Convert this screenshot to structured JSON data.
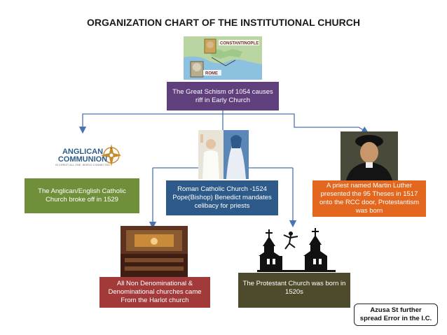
{
  "title": "ORGANIZATION CHART OF THE INSTITUTIONAL CHURCH",
  "map": {
    "label_top": "CONSTANTINOPLE",
    "label_bottom": "ROME"
  },
  "nodes": {
    "schism": "The Great Schism of 1054 causes riff in Early Church",
    "anglican": "The Anglican/English Catholic Church broke off in 1529",
    "roman": "Roman Catholic Church -1524 Pope(Bishop) Benedict mandates celibacy for priests",
    "luther": "A priest named Martin Luther presented the 95 Theses in 1517 onto the RCC door, Protestantism was born",
    "nondenom": "All Non Denominational & Denominational churches came From the Harlot church",
    "protestant": "The Protestant Church was born in 1520s"
  },
  "logo": {
    "line1": "ANGLICAN",
    "line2": "COMMUNION",
    "tagline": "IN CHRIST ALL ONE, WORLD CONNECTED"
  },
  "note": "Azusa St further spread Error in the I.C.",
  "colors": {
    "purple": "#5f3f7c",
    "green": "#6f8f3a",
    "blue": "#2e5a8a",
    "orange": "#e3671f",
    "red": "#a33a3a",
    "olive": "#4e4a2c",
    "connector": "#4a73b5"
  }
}
